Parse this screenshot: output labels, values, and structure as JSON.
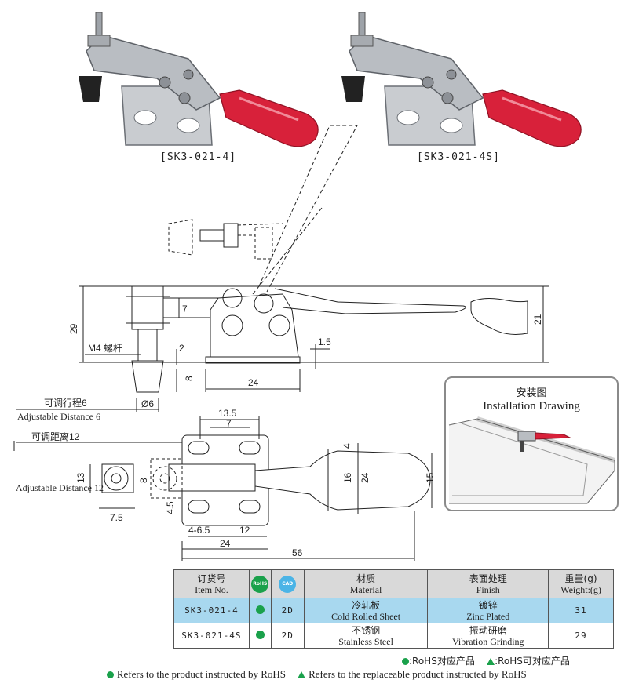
{
  "products": [
    {
      "caption": "[SK3-021-4]"
    },
    {
      "caption": "[SK3-021-4S]"
    }
  ],
  "drawing": {
    "m4_label": "M4 螺杆",
    "adj6_cn": "可调行程6",
    "adj6_en": "Adjustable Distance 6",
    "adj12_cn": "可调距离12",
    "adj12_en": "Adjustable Distance 12",
    "dims": {
      "d29": "29",
      "d7": "7",
      "d21": "21",
      "d2": "2",
      "d15a": "1.5",
      "d8": "8",
      "d24a": "24",
      "phi6": "Ø6",
      "d13_5": "13.5",
      "d7b": "7",
      "d4": "4",
      "d16": "16",
      "d24b": "24",
      "d15": "15",
      "d13": "13",
      "d8b": "8",
      "d4_5": "4.5",
      "d7_5": "7.5",
      "d4_65": "4-6.5",
      "d12": "12",
      "d24c": "24",
      "d56": "56"
    }
  },
  "install": {
    "title_cn": "安装图",
    "title_en": "Installation Drawing"
  },
  "table": {
    "headers": {
      "item_cn": "订货号",
      "item_en": "Item No.",
      "rohs": "RoHS",
      "cad": "CAD",
      "mat_cn": "材质",
      "mat_en": "Material",
      "fin_cn": "表面处理",
      "fin_en": "Finish",
      "wt_cn": "重量(g)",
      "wt_en": "Weight:(g)"
    },
    "rows": [
      {
        "item": "SK3-021-4",
        "cad": "2D",
        "mat_cn": "冷轧板",
        "mat_en": "Cold Rolled Sheet",
        "fin_cn": "镀锌",
        "fin_en": "Zinc Plated",
        "weight": "31"
      },
      {
        "item": "SK3-021-4S",
        "cad": "2D",
        "mat_cn": "不锈钢",
        "mat_en": "Stainless Steel",
        "fin_cn": "振动研磨",
        "fin_en": "Vibration Grinding",
        "weight": "29"
      }
    ]
  },
  "legend": {
    "cn_dot": ":RoHS对应产品",
    "cn_tri": ":RoHS可对应产品",
    "en_dot": "Refers to the product instructed by RoHS",
    "en_tri": "Refers to the replaceable product instructed by RoHS"
  },
  "colors": {
    "rohs_green": "#1aa14b",
    "row_blue": "#a8d8ef",
    "handle_red": "#d8213a"
  }
}
